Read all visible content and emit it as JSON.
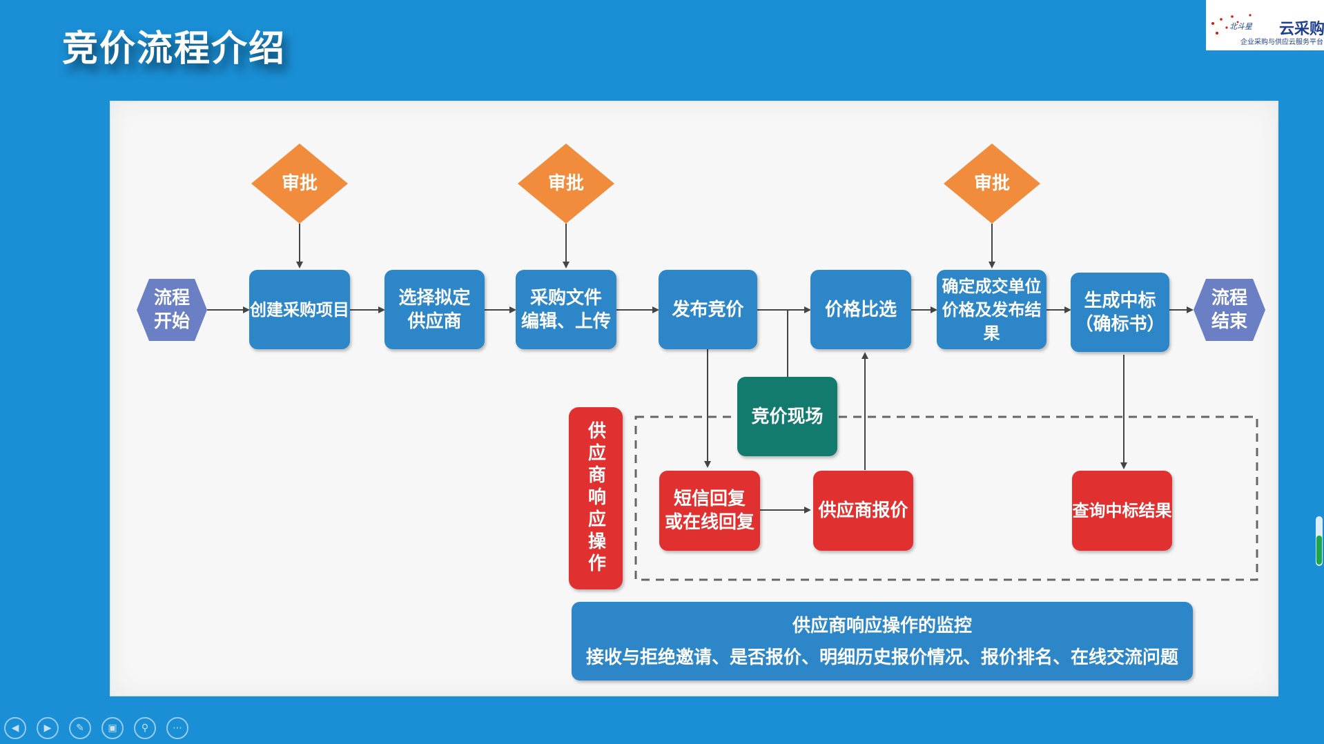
{
  "title": "竞价流程介绍",
  "logo": {
    "brand": "北斗星",
    "name": "云采购",
    "slogan": "企业采购与供应云服务平台"
  },
  "colors": {
    "background": "#1a8fd6",
    "blue_box": "#2c86c7",
    "red_box": "#e0302f",
    "teal_box": "#137a6e",
    "approval": "#f08c3c",
    "terminal": "#6b7fc4"
  },
  "flow": {
    "start": "流程\n开始",
    "end": "流程\n结束",
    "approval": "审批",
    "steps": [
      "创建采购项目",
      "选择拟定\n供应商",
      "采购文件\n编辑、上传",
      "发布竞价",
      "价格比选",
      "确定成交单位\n价格及发布结果",
      "生成中标\n（确标书）"
    ],
    "bidding_site": "竞价现场",
    "supplier_response": "供应商响应操作",
    "reply": "短信回复\n或在线回复",
    "supplier_quote": "供应商报价",
    "check_result": "查询中标结果",
    "monitor_title": "供应商响应操作的监控",
    "monitor_detail": "接收与拒绝邀请、是否报价、明细历史报价情况、报价排名、在线交流问题"
  },
  "toolbar": {
    "icons": [
      "prev-icon",
      "next-icon",
      "pen-icon",
      "slides-icon",
      "zoom-icon",
      "more-icon"
    ]
  }
}
